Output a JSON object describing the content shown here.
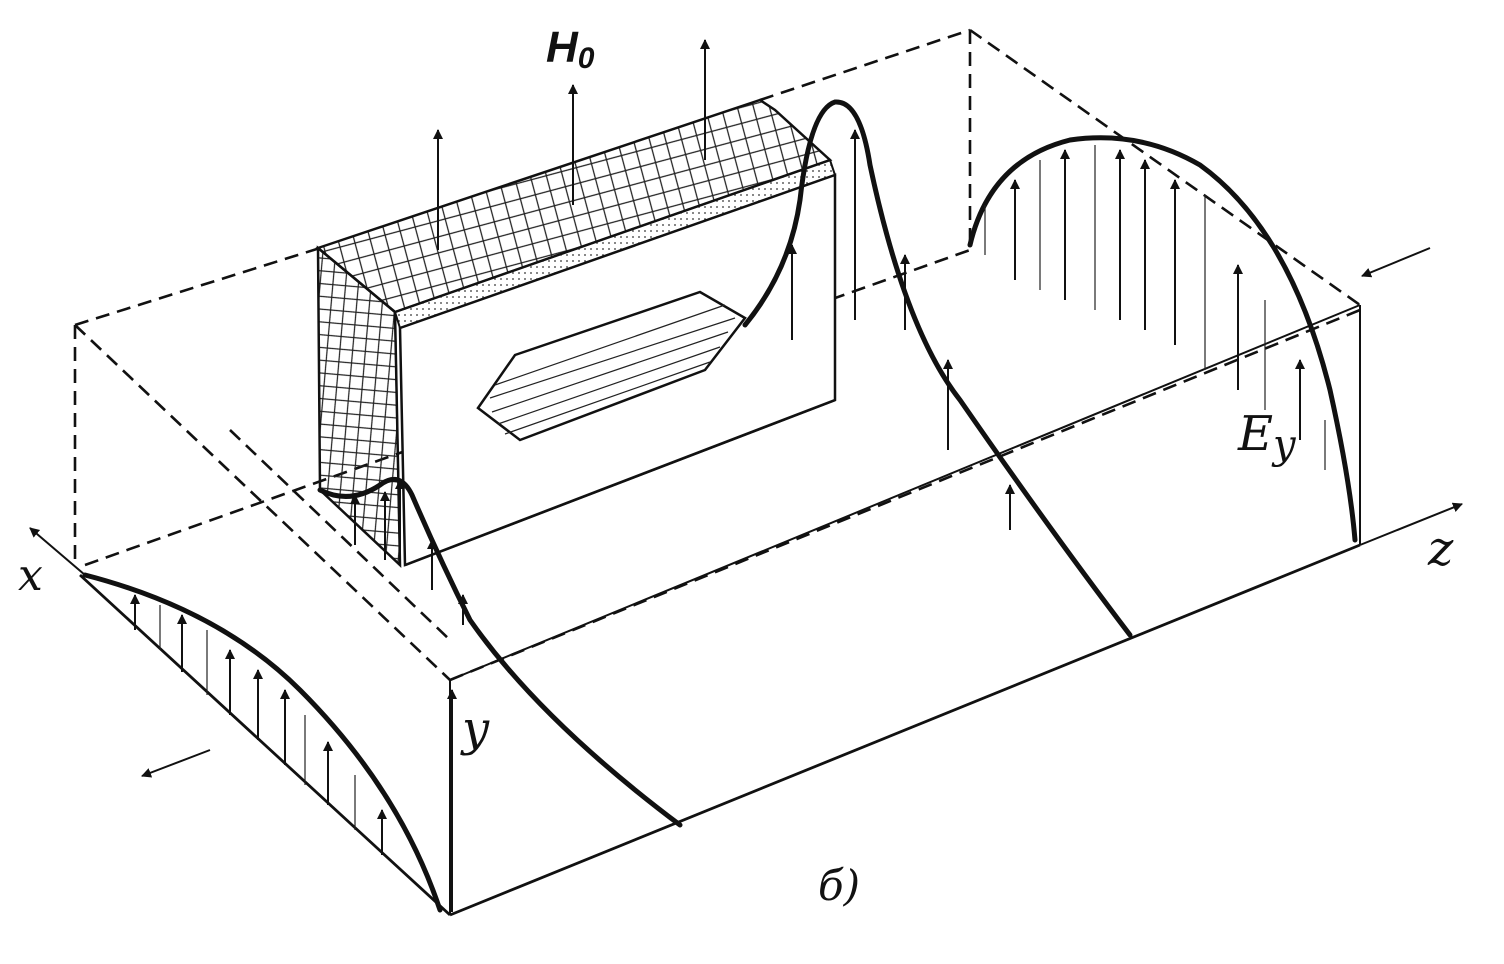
{
  "labels": {
    "field": "H",
    "field_sub": "0",
    "efield": "E",
    "efield_sub": "y",
    "axis_x": "x",
    "axis_y": "y",
    "axis_z": "z",
    "caption": "б)"
  }
}
